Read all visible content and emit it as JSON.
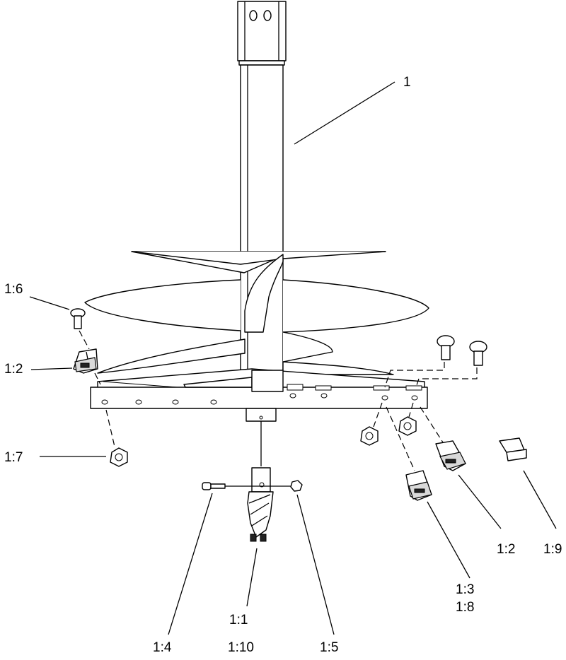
{
  "callouts": {
    "c1": "1",
    "c16": "1:6",
    "c12_left": "1:2",
    "c17": "1:7",
    "c14": "1:4",
    "c11a": "1:1",
    "c11b": "1:10",
    "c15": "1:5",
    "c13a": "1:3",
    "c13b": "1:8",
    "c12_right": "1:2",
    "c19": "1:9"
  }
}
